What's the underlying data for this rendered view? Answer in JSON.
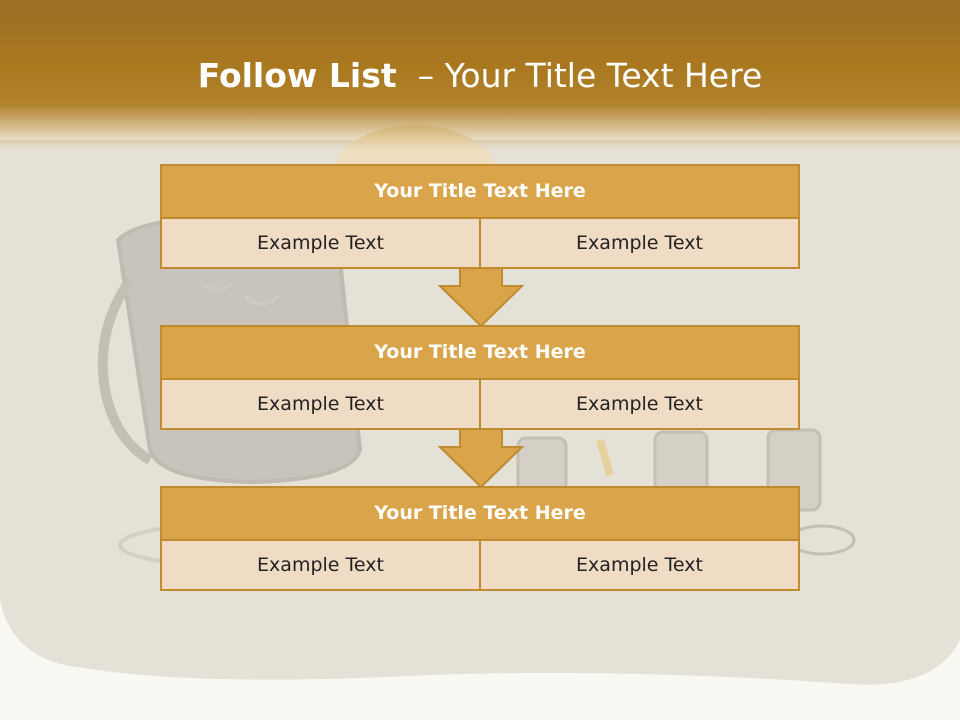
{
  "title": {
    "bold": "Follow List",
    "rest": "– Your Title Text Here"
  },
  "blocks": [
    {
      "title": "Your Title Text Here",
      "left": "Example Text",
      "right": "Example Text"
    },
    {
      "title": "Your Title Text Here",
      "left": "Example Text",
      "right": "Example Text"
    },
    {
      "title": "Your Title Text Here",
      "left": "Example Text",
      "right": "Example Text"
    }
  ],
  "colors": {
    "header": "#a9781f",
    "block_title": "#d9a44a",
    "block_cell": "#f0dcc4",
    "border": "#c08a2f",
    "panel": "#e4e1d7"
  }
}
